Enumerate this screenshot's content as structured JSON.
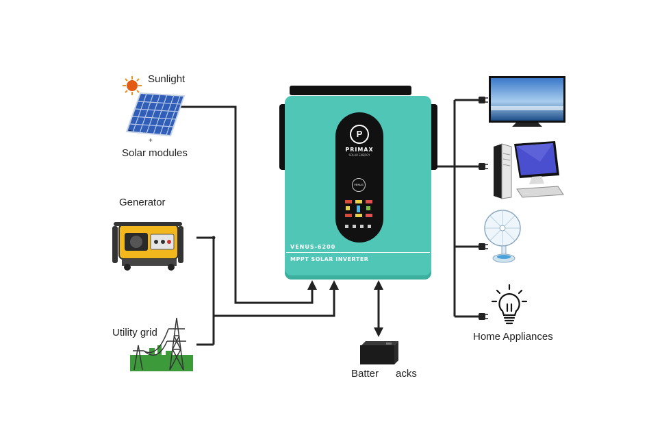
{
  "labels": {
    "sunlight": "Sunlight",
    "solar_modules": "Solar modules",
    "generator": "Generator",
    "utility_grid": "Utility grid",
    "home_appliances": "Home Appliances",
    "battery_packs": "Batter      acks"
  },
  "panel_signs": {
    "minus": "-",
    "plus": "+"
  },
  "inverter": {
    "brand": "PRIMAX",
    "brand_sub": "SOLAR ENERGY",
    "badge": "VENUS",
    "model": "VENUS-6200",
    "type": "MPPT SOLAR INVERTER"
  },
  "colors": {
    "inverter_body": "#4fc6b6",
    "panel": "#111111",
    "wire": "#222222"
  }
}
